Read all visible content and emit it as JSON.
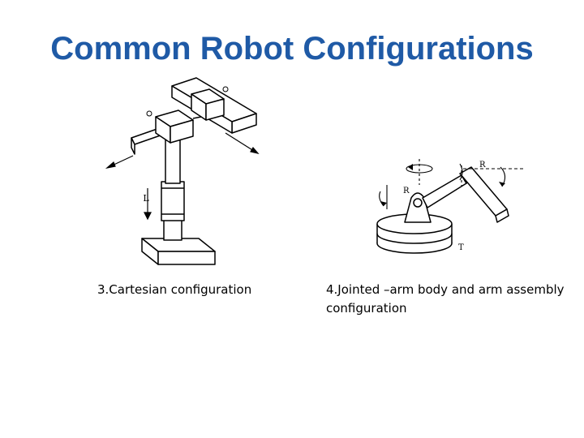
{
  "slide": {
    "title": "Common Robot Configurations",
    "title_color": "#1f5aa6",
    "figures": [
      {
        "caption": "3.Cartesian configuration",
        "labels": {
          "length": "L"
        }
      },
      {
        "caption_line1": "4.Jointed –arm body and arm assembly",
        "caption_line2": "configuration",
        "labels": {
          "rotary_top": "R",
          "rotary_side": "R",
          "twist": "T"
        }
      }
    ]
  }
}
